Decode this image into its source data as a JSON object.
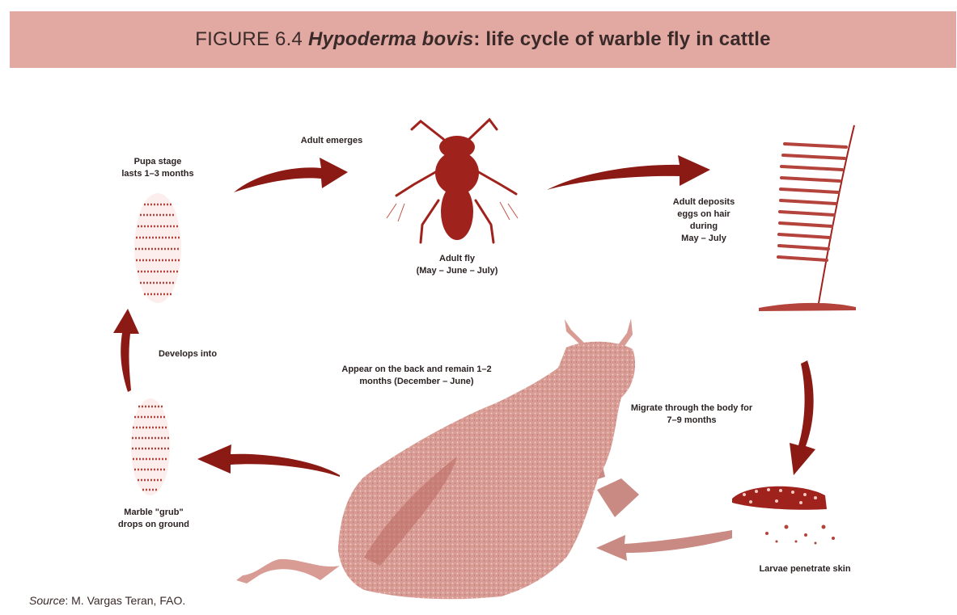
{
  "figure": {
    "title_prefix": "FIGURE 6.4",
    "title_species": "Hypoderma bovis",
    "title_rest": ": life cycle of warble fly in cattle"
  },
  "stages": {
    "adult_emerges": "Adult emerges",
    "pupa_stage_line1": "Pupa stage",
    "pupa_stage_line2": "lasts 1–3 months",
    "adult_fly_line1": "Adult fly",
    "adult_fly_line2": "(May – June – July)",
    "deposits_line1": "Adult deposits",
    "deposits_line2": "eggs on hair",
    "deposits_line3": "during",
    "deposits_line4": "May – July",
    "develops_into": "Develops into",
    "appear_line1": "Appear on the back and remain 1–2",
    "appear_line2": "months (December – June)",
    "migrate_line1": "Migrate through the body for",
    "migrate_line2": "7–9 months",
    "grub_line1": "Marble \"grub\"",
    "grub_line2": "drops on ground",
    "larvae": "Larvae penetrate skin"
  },
  "source": {
    "key": "Source",
    "value": ": M. Vargas Teran, FAO."
  },
  "colors": {
    "title_band": "#e2a9a2",
    "arrow_dark": "#8b1a14",
    "arrow_light": "#c98a84",
    "cow_fill": "#d89c95",
    "insect": "#a0221c"
  }
}
